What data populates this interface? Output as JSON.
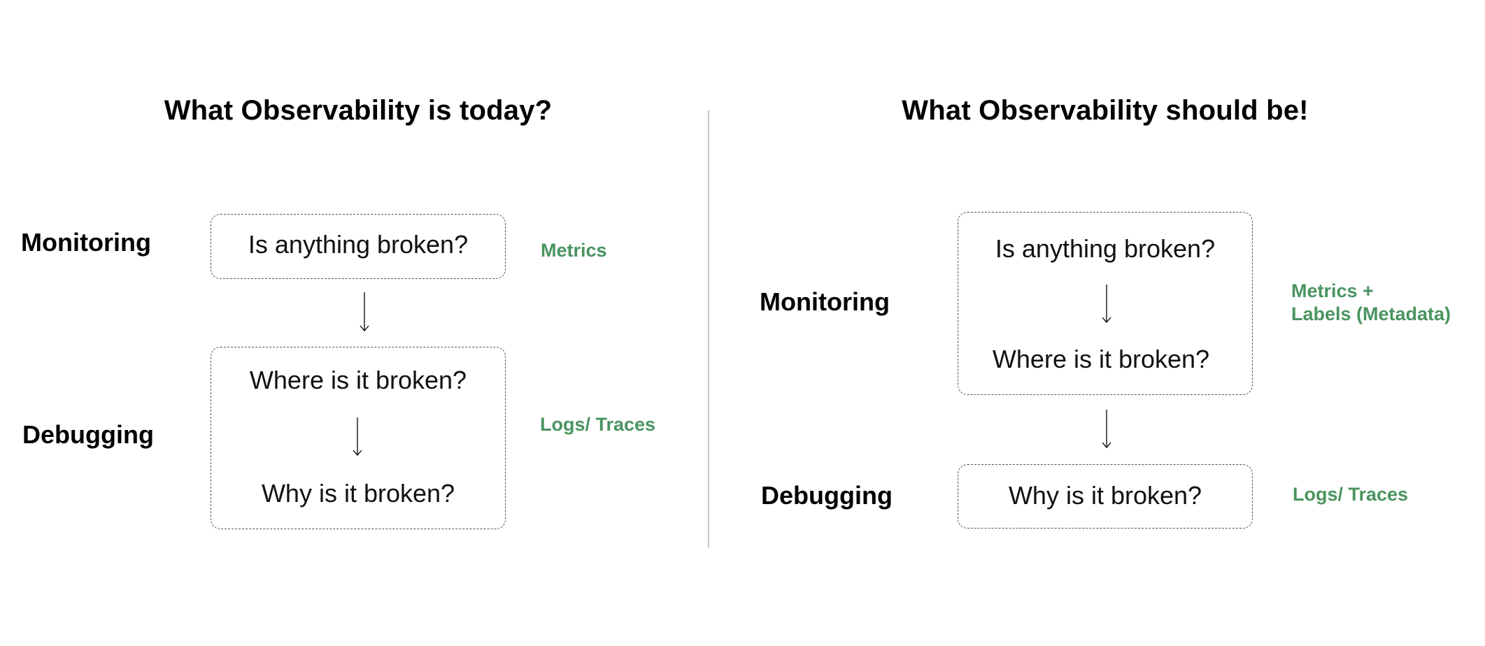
{
  "left_panel": {
    "title": "What Observability is today?",
    "rows": {
      "monitoring_label": "Monitoring",
      "debugging_label": "Debugging"
    },
    "boxes": [
      {
        "questions": [
          "Is anything broken?"
        ]
      },
      {
        "questions": [
          "Where is it broken?",
          "Why is it broken?"
        ]
      }
    ],
    "tags": {
      "monitoring": "Metrics",
      "debugging": "Logs/ Traces"
    }
  },
  "right_panel": {
    "title": "What Observability should be!",
    "rows": {
      "monitoring_label": "Monitoring",
      "debugging_label": "Debugging"
    },
    "boxes": [
      {
        "questions": [
          "Is anything broken?",
          "Where is it broken?"
        ]
      },
      {
        "questions": [
          "Why is it broken?"
        ]
      }
    ],
    "tags": {
      "monitoring_line1": "Metrics +",
      "monitoring_line2": "Labels (Metadata)",
      "debugging": "Logs/ Traces"
    }
  },
  "colors": {
    "tag_green": "#4a9460",
    "divider": "#c4c4c4",
    "box_border": "#555555"
  }
}
